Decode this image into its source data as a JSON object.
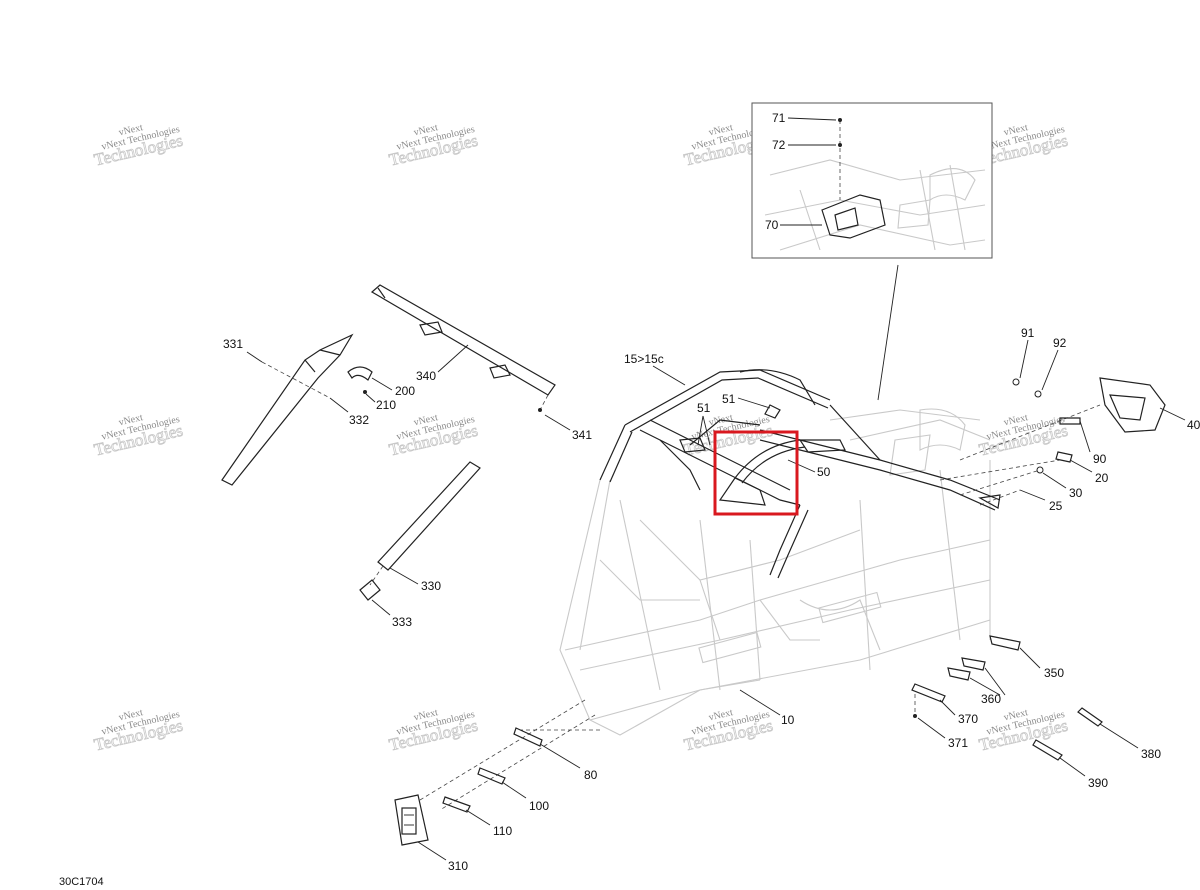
{
  "watermark": {
    "line1": "vNext",
    "line2": "vNext Technologies",
    "line3": "Technologies"
  },
  "drawing_code": "30C1704",
  "callouts": {
    "c71": "71",
    "c72": "72",
    "c70": "70",
    "c91": "91",
    "c92": "92",
    "c40": "40",
    "c90": "90",
    "c20": "20",
    "c30": "30",
    "c25": "25",
    "c15": "15>15c",
    "c51a": "51",
    "c51b": "51",
    "c50": "50",
    "c331": "331",
    "c200": "200",
    "c210": "210",
    "c332": "332",
    "c340": "340",
    "c341": "341",
    "c330": "330",
    "c333": "333",
    "c350": "350",
    "c360": "360",
    "c370": "370",
    "c371": "371",
    "c380": "380",
    "c390": "390",
    "c10": "10",
    "c80": "80",
    "c100": "100",
    "c110": "110",
    "c310": "310"
  },
  "highlight": {
    "color": "#d9181f",
    "target": "50"
  }
}
